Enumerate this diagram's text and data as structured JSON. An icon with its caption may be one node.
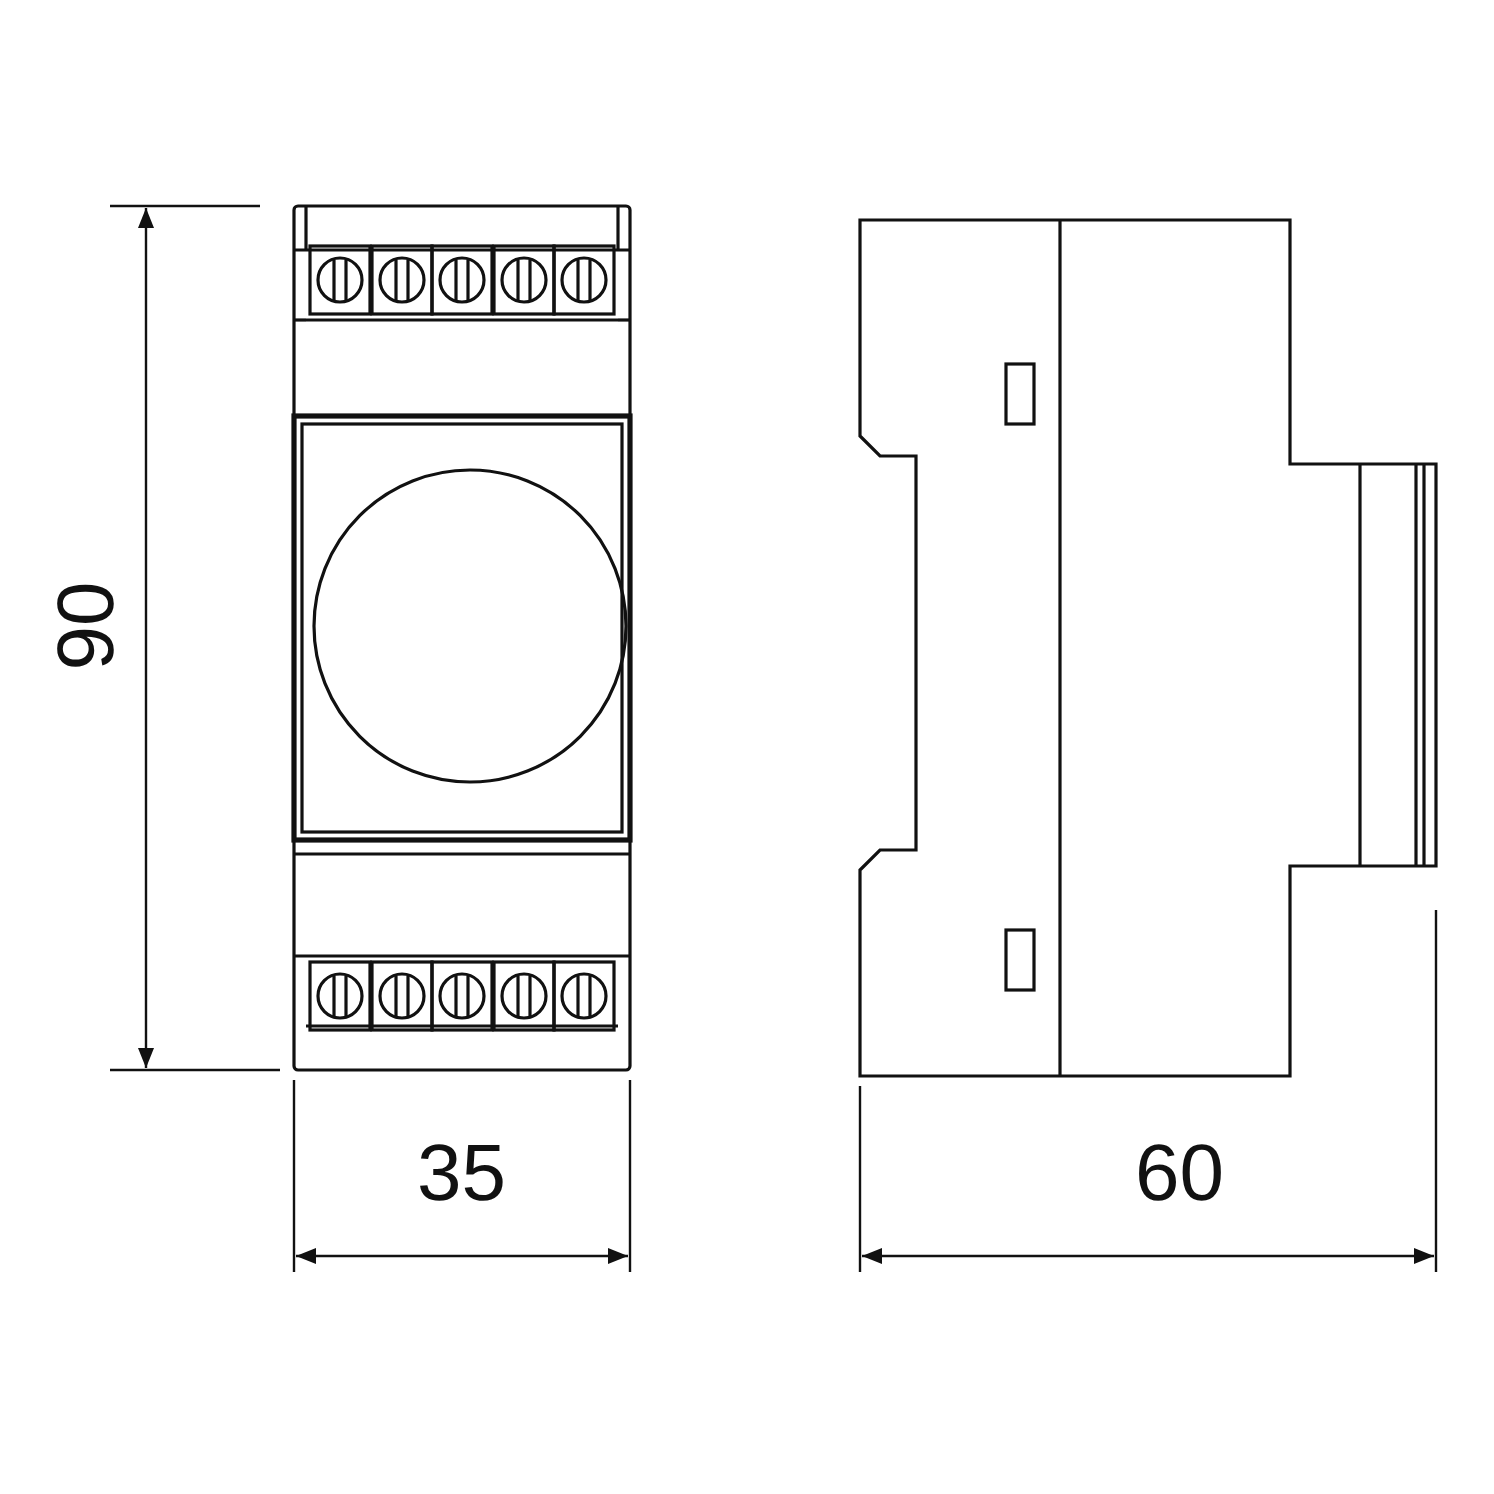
{
  "diagram": {
    "labels": [
      "90",
      "35",
      "60"
    ]
  }
}
